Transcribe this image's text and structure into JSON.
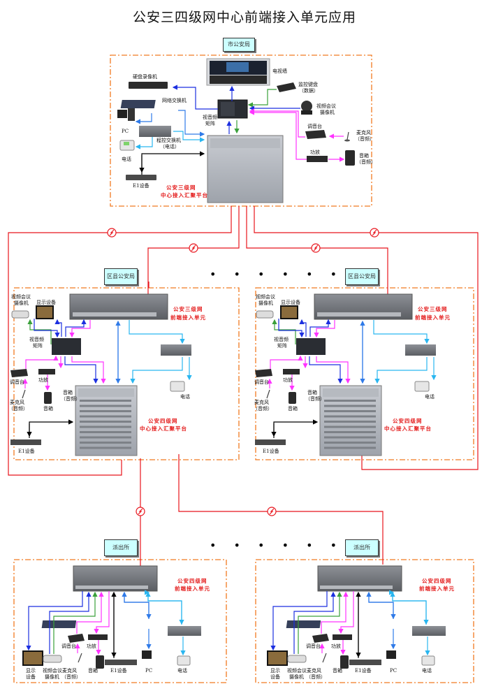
{
  "title": "公安三四级网中心前端接入单元应用",
  "colors": {
    "region_border": "#f07a20",
    "wan_link": "#e8141c",
    "video": "#1c2fe0",
    "data_net": "#2f7ae8",
    "phone": "#29b6f0",
    "audio": "#ff33ff",
    "control": "#3aa03a",
    "e1": "#000000",
    "site_box": "#ccffff"
  },
  "city": {
    "site_label": "市公安局",
    "devices": {
      "dvr": "硬盘录像机",
      "network_switch": "网络交换机",
      "pc": "PC",
      "pbx_line1": "程控交换机",
      "pbx_line2": "（电话）",
      "phone": "电话",
      "e1": "E1设备",
      "tv_wall": "电视墙",
      "av_matrix_line1": "视音频",
      "av_matrix_line2": "矩阵",
      "ctrl_keyboard_line1": "监控键盘",
      "ctrl_keyboard_line2": "（数据）",
      "conf_camera_line1": "视频会议",
      "conf_camera_line2": "摄像机",
      "mixer": "调音台",
      "mic_line1": "麦克风",
      "mic_line2": "（音频）",
      "amp": "功放",
      "speaker_line1": "音箱",
      "speaker_line2": "（音频）"
    },
    "platform_line1": "公安三级网",
    "platform_line2": "中心接入汇聚平台"
  },
  "county": [
    {
      "site_label": "区县公安局",
      "frontend_line1": "公安三级网",
      "frontend_line2": "前端接入单元",
      "platform_line1": "公安四级网",
      "platform_line2": "中心接入汇聚平台",
      "devices": {
        "conf_camera_line1": "视频会议",
        "conf_camera_line2": "摄像机",
        "display": "显示设备",
        "av_matrix_line1": "视音频",
        "av_matrix_line2": "矩阵",
        "mixer": "调音台",
        "amp": "功放",
        "mic_line1": "麦克风",
        "mic_line2": "（音频）",
        "speaker": "音箱",
        "speaker2_line1": "音箱",
        "speaker2_line2": "（音频）",
        "phone": "电话",
        "e1": "E1设备"
      }
    },
    {
      "site_label": "区县公安局",
      "frontend_line1": "公安三级网",
      "frontend_line2": "前端接入单元",
      "platform_line1": "公安四级网",
      "platform_line2": "中心接入汇聚平台",
      "devices": {
        "conf_camera_line1": "视频会议",
        "conf_camera_line2": "摄像机",
        "display": "显示设备",
        "av_matrix_line1": "视音频",
        "av_matrix_line2": "矩阵",
        "mixer": "调音台",
        "amp": "功放",
        "mic_line1": "麦克风",
        "mic_line2": "（音频）",
        "speaker": "音箱",
        "speaker2_line1": "音箱",
        "speaker2_line2": "（音频）",
        "phone": "电话",
        "e1": "E1设备"
      }
    }
  ],
  "station": [
    {
      "site_label": "派出所",
      "frontend_line1": "公安四级网",
      "frontend_line2": "前端接入单元",
      "devices": {
        "display_line1": "显示",
        "display_line2": "设备",
        "conf_camera_line1": "视频会议",
        "conf_camera_line2": "摄像机",
        "mic_line1": "麦克风",
        "mic_line2": "（音频）",
        "mixer": "调音台",
        "amp": "功放",
        "speaker": "音箱",
        "e1": "E1设备",
        "pc": "PC",
        "phone": "电话"
      }
    },
    {
      "site_label": "派出所",
      "frontend_line1": "公安四级网",
      "frontend_line2": "前端接入单元",
      "devices": {
        "display_line1": "显示",
        "display_line2": "设备",
        "conf_camera_line1": "视频会议",
        "conf_camera_line2": "摄像机",
        "mic_line1": "麦克风",
        "mic_line2": "（音频）",
        "mixer": "调音台",
        "amp": "功放",
        "speaker": "音箱",
        "e1": "E1设备",
        "pc": "PC",
        "phone": "电话"
      }
    }
  ],
  "ellipsis": "• • • • • •"
}
